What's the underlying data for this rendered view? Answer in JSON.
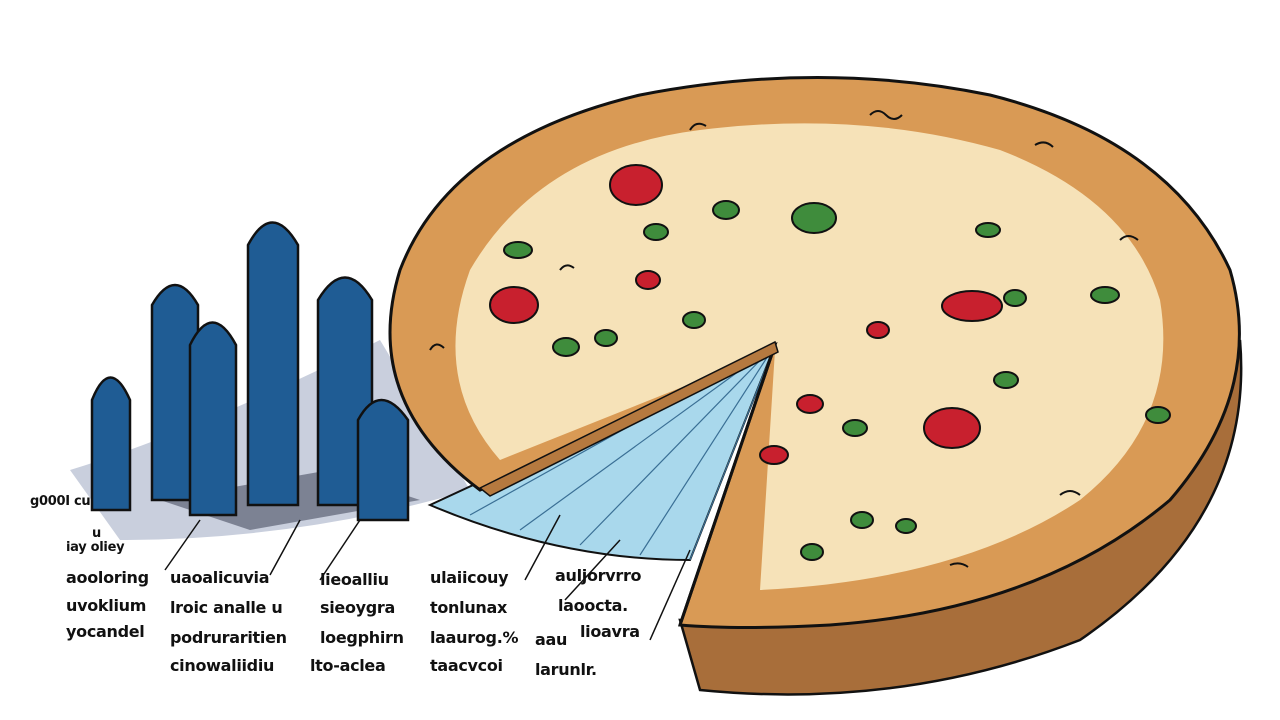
{
  "colors": {
    "crust": "#d99a55",
    "crust_edge": "#a86e3a",
    "cheese": "#f6e2b8",
    "pepperoni": "#c8202e",
    "olive": "#3f8c3c",
    "bars": "#1f5c94",
    "bars_shadow": "#4a4f63",
    "slice_gap": "#a9d8ec",
    "outline": "#111111"
  },
  "labels": {
    "top_left": "g000I cu",
    "top_left_b": "u",
    "top_left_c": "iay oliey",
    "col1": [
      "aooloring",
      "uvoklium",
      "yocandel"
    ],
    "col2": [
      "uaoalicuvia",
      "lroic analle u",
      "podruraritien",
      "cinowaliidiu"
    ],
    "col3": [
      "lieoalliu",
      "sieoygra",
      "loegphirn",
      "lto-aclea"
    ],
    "col4": [
      "ulaiicouy",
      "tonlunax",
      "laaurog.%",
      "taacvcoi"
    ],
    "col5": [
      "auljorvrro",
      "laoocta.",
      "lioavra",
      "aau",
      "larunlr."
    ]
  }
}
